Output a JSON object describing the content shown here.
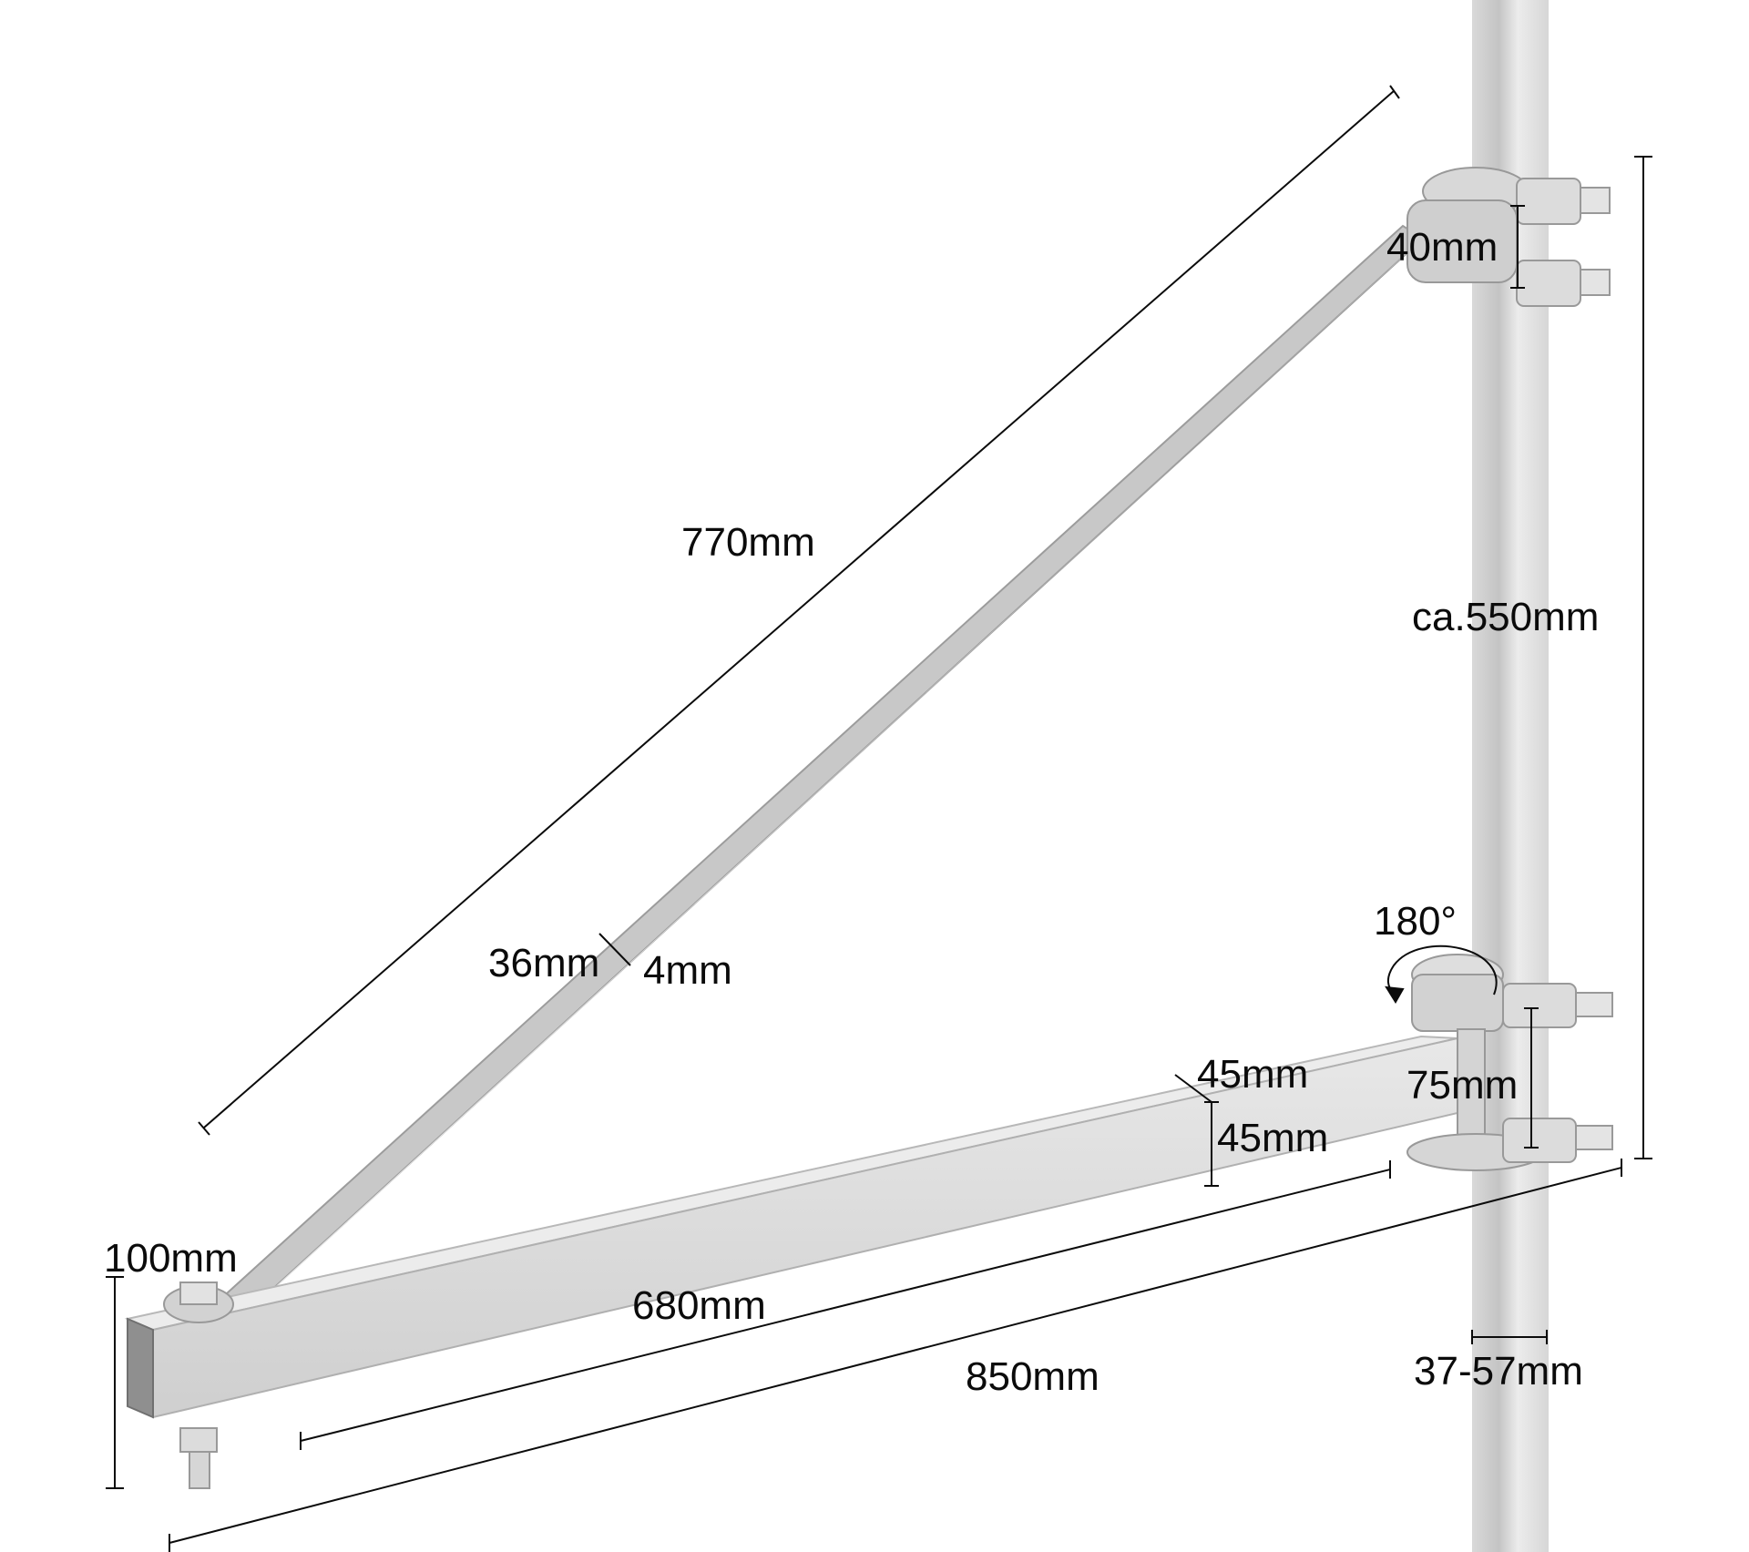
{
  "diagram": {
    "title": "Swivel arm crane bracket dimensions",
    "colors": {
      "line": "#0b0b0b",
      "steel_light": "#e3e3e3",
      "steel_mid": "#c9c9c9",
      "steel_dark": "#9a9a9a",
      "pole": "#dedede",
      "background": "#ffffff"
    },
    "labels": {
      "strut_length": "770mm",
      "pole_span": "ca.550mm",
      "upper_clamp": "40mm",
      "rotation": "180°",
      "lower_clamp": "75mm",
      "tube_depth": "45mm",
      "tube_height": "45mm",
      "strut_width": "36mm",
      "strut_thickness": "4mm",
      "end_height": "100mm",
      "arm_length": "680mm",
      "total_length": "850mm",
      "pole_diameter": "37-57mm"
    }
  }
}
